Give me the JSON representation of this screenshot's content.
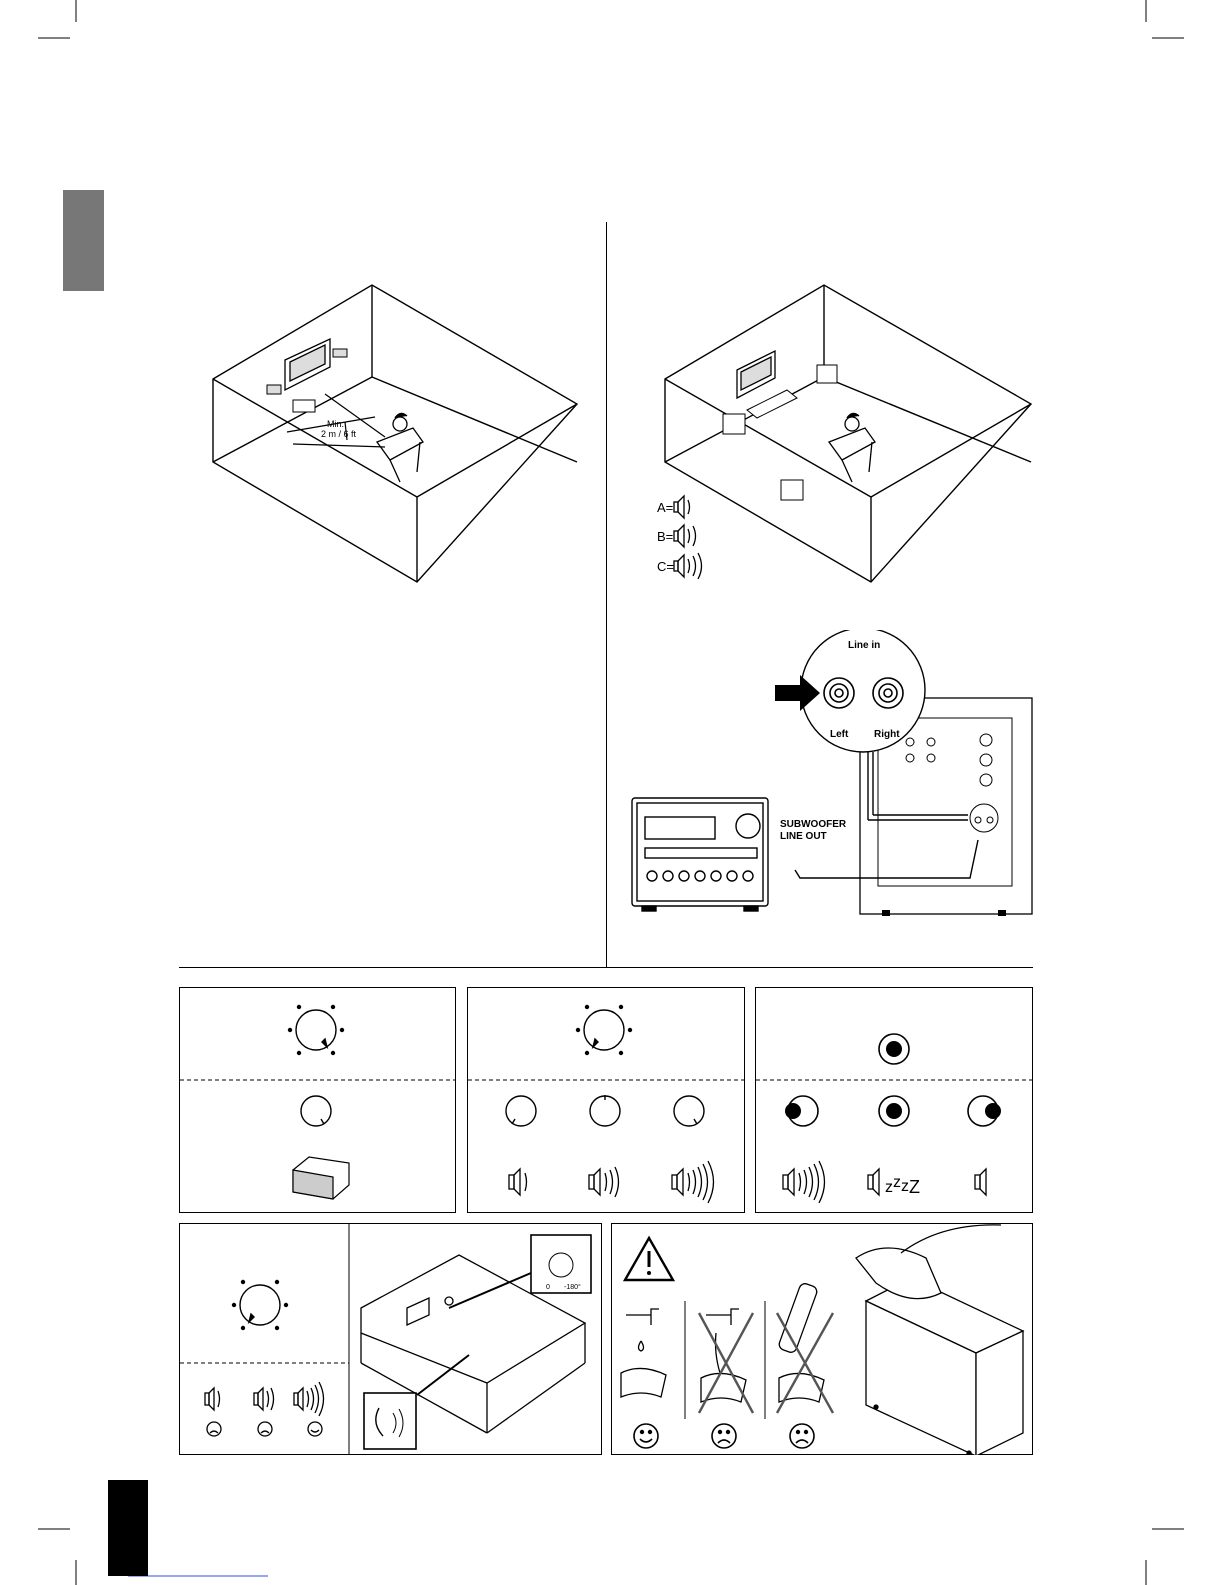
{
  "placement": {
    "distance_label_line1": "Min.",
    "distance_label_line2": "2 m / 6 ft"
  },
  "legend": {
    "a_label": "A=",
    "b_label": "B=",
    "c_label": "C="
  },
  "connection": {
    "line_in_title": "Line in",
    "left_label": "Left",
    "right_label": "Right",
    "sub_out_line1": "SUBWOOFER",
    "sub_out_line2": "LINE OUT"
  },
  "phase": {
    "tick_left": "0",
    "tick_right": "-180°"
  }
}
